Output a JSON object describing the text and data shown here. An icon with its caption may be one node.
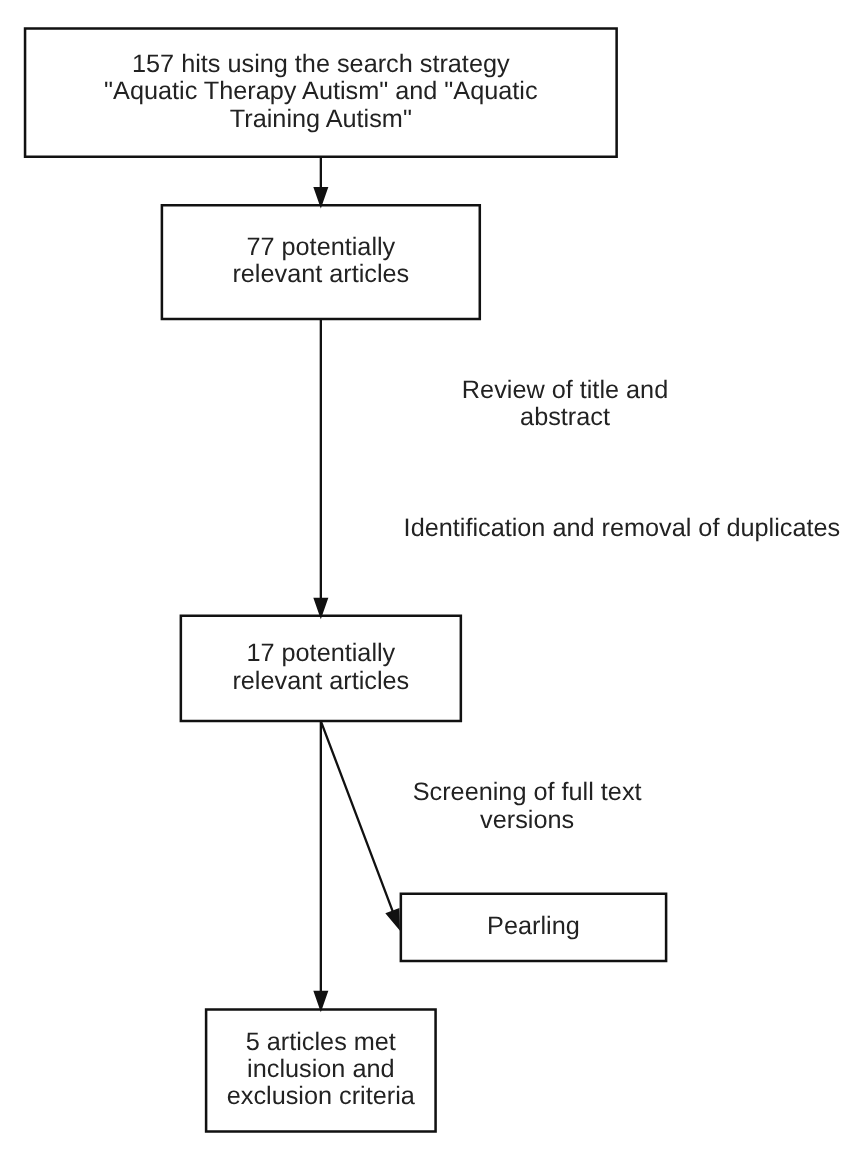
{
  "diagram": {
    "nodes": [
      {
        "text": [
          "157 hits using the search strategy \"Aquatic Therapy Autism\" and \"Aquatic Training Autism\""
        ]
      },
      {
        "text": [
          "77 potentially relevant articles"
        ]
      },
      {
        "text": [
          "17 potentially relevant articles"
        ]
      },
      {
        "text": [
          "Pearling"
        ]
      },
      {
        "text": [
          "5 articles met inclusion and exclusion criteria"
        ]
      }
    ],
    "edges": [
      {
        "from": 0,
        "to": 1,
        "arrow": "to"
      },
      {
        "from": 1,
        "to": 2,
        "arrow": "to"
      },
      {
        "from": 2,
        "to": 3,
        "arrow": "to"
      },
      {
        "from": 2,
        "to": 4,
        "arrow": "to"
      }
    ],
    "labels": [
      "Review of title and abstract",
      "Identification and removal of duplicates",
      "Screening of full text versions"
    ]
  }
}
